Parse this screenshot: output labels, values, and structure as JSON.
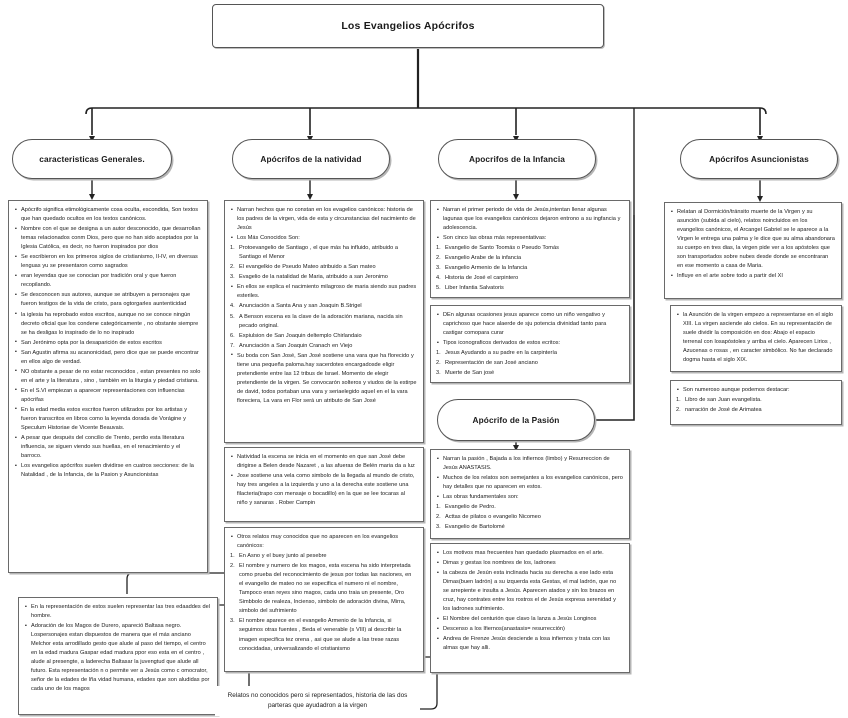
{
  "diagram": {
    "type": "mind-map",
    "title": "Los Evangelios Apócrifos"
  },
  "root": {
    "label": "Los Evangelios Apócrifos"
  },
  "branches": [
    {
      "id": "generales",
      "label": "caracteristicas Generales."
    },
    {
      "id": "natividad",
      "label": "Apócrifos de la natividad"
    },
    {
      "id": "infancia",
      "label": "Apocrifos de la Infancia"
    },
    {
      "id": "asuncionistas",
      "label": "Apócrifos Asuncionistas"
    }
  ],
  "pasion": {
    "label": "Apócrifo de la Pasión"
  },
  "panels": {
    "generales": {
      "items": [
        {
          "type": "bullet",
          "text": "Apócrifo significa etimológicamente cosa oculta, escondida, Son textos que han  quedado ocultos en los textos canónicos."
        },
        {
          "type": "bullet",
          "text": "Nombre con el que se designa  a un autor desconocido, que desarrollan temas relacionados conm Dios, pero que no han sido aceptados por la Iglesia Católica, es decir, no fueron inspirados por dios"
        },
        {
          "type": "bullet",
          "text": "Se escribieron en los primeros siglos de cristianismo, II-IV, en diversas lenguas yu se presentaron como sagrados"
        },
        {
          "type": "bullet",
          "text": "eran leyendas que se conocian por tradición oral y que fueron recopilando."
        },
        {
          "type": "bullet",
          "text": "Se desconocen sus autores, aunque se atribuyen  a personajes que fueron testigos de la vida de cristo, para ogtorgarles auntenticidad"
        },
        {
          "type": "bullet",
          "text": "la iglesia ha reprobado estos escritos, aunque no se conoce ningún decreto oficial que los condene categóricamente , no obstante siempre se ha desligas lo inspirado de lo no inspirado"
        },
        {
          "type": "bullet",
          "text": "San Jerónimo opta por la desaparición de estos escritos"
        },
        {
          "type": "bullet",
          "text": "San Agustin afirma su acanonicidad, pero dice que se puede encontrar en ellos algo de verdad."
        },
        {
          "type": "bullet",
          "text": "NO obstante a pesar de no estar reconocidos , estan presentes no solo en el arte y la literatura , sino , también en la liturgia y piedad cristiana."
        },
        {
          "type": "bullet",
          "text": "En el S.VI empiezan a aparecer representaciones con influencias apócrifas"
        },
        {
          "type": "bullet",
          "text": "En la edad media estos escritos fueron utilizados por los artistas y fueron transcritos en libros como la leyenda dorada de Vorágine y Speculum Historiae de Vicente Beauvais."
        },
        {
          "type": "bullet",
          "text": "A pesar que después del concilio de Trento, perdio esta literatura influencia, se siguen viendo sus huellas, en el renacimiento y el barroco."
        },
        {
          "type": "bullet",
          "text": "Los evangelios apócrifos suelen dividirse en cuatros secciones: de la Natalidad , de la Infancia, de la Pasion y Asuncionistas"
        }
      ]
    },
    "magos": {
      "items": [
        {
          "type": "bullet",
          "text": "En la representación de estos suelen representar las tres edaaddes del hombre."
        },
        {
          "type": "bullet",
          "text": "Adoración de los Magos de Durero, apareció Baltasa negro. Lospersonajes estan dispuestos de manera que el más anciano Melchor esta arrodillado gesto que alude al paso del tiempo, el centro en la edad madura Gaspar edad  madura ppor eso esta en el centro , alude al  presengte,  a laderecha Baltasar la juvengtud que alude all futuro. Esta representación n o permite ver a Jesús como c omocrator, señor de la edades de lña vidad humana, edades que son aludidas por cada uno de los magos"
        }
      ]
    },
    "natividad_1": {
      "items": [
        {
          "type": "bullet",
          "text": "Narran hechos que no constan en los evagelios canónicos: historia de los padres de la virgen, vida de esta y circunstancias del nacimiento de Jesús"
        },
        {
          "type": "bullet",
          "text": "Los Más Conocidos Son:"
        },
        {
          "type": "num",
          "n": "1.",
          "text": "Protoevangelio de Santiago , el que más ha influido, atribuido a Santiago el Menor"
        },
        {
          "type": "num",
          "n": "2.",
          "text": "El evangelkio de Pseudo Mateo atribuido a San mateo"
        },
        {
          "type": "num",
          "n": "3.",
          "text": "Evagelio de la natalidad de Maria, atribuido a san Jeronimo"
        },
        {
          "type": "bullet",
          "text": "En ellos se explica  el nacimiento milagroso de maria siendo sus padres esteriles."
        },
        {
          "type": "num",
          "n": "4.",
          "text": "Anunciación a Santa Ana y san Joaquin B.Strigel"
        },
        {
          "type": "num",
          "n": "5.",
          "text": "A Benson escena es la clave de la adoración mariana, nacida sin pecado original."
        },
        {
          "type": "num",
          "n": "6.",
          "text": "Expiulsion de San Joaquin deltemplo Chirlandaio"
        },
        {
          "type": "num",
          "n": "7.",
          "text": "Anunciación a San Joaquin Cranach en Viejo"
        },
        {
          "type": "bullet",
          "text": "Su boda con San José, San José sostiene una vara que ha  florecido y tiene una pequeña paloma.hay sacerdotes encargadosde eligir pretendiente entre las 12 tribus de Israel. Momento de elegir pretendiente de la virgen. Se convocarón solteros y viudos de la estirpe de david, todos portaban una vara y seriaelegido aquel en el la vara floreciera, La vara en Flor será un atributo de San  José"
        }
      ]
    },
    "natividad_2": {
      "items": [
        {
          "type": "bullet",
          "text": "Natividad la escena se inicia en el momento en que san José debe dirigirse a Belen desde Nazaret , a las afueras de Belén maria da a luz"
        },
        {
          "type": "bullet",
          "text": "Jose sostiene una vela como simbolo de la llegada al mundo de cristo, hay tres angeles a la izquierda y uno a la derecha este sostiene una filacteria(trapo con mensaje o bocadillo) en la que se lee tocaras al niño y sanaras . Rober Campin"
        }
      ]
    },
    "natividad_3": {
      "items": [
        {
          "type": "bullet",
          "text": "Otros relatos muy conocidos que no aparecen en los evangelios canónicos:"
        },
        {
          "type": "num",
          "n": "1.",
          "text": "En Asno y el buey junto al pesebre"
        },
        {
          "type": "num",
          "n": "2.",
          "text": "El nombre y  numero de los magos, esta escena ha sido interpretada como prueba del reconocimiento de jesus por todas las naciones, en el evangelio de mateo no se especifica el numero ni el nombre, Tampoco eran reyes sino magos, cada uno traia un presente, Oro Simbbolo de realeza, Incienso, simbolo de adoración divina, Mirra, simbolo del sufrimiento"
        },
        {
          "type": "num",
          "n": "3.",
          "text": "El nombre aparece en el evangelio Armenio de la Infancia, si seguimos otras fuentes , Beda el venerable (s VIII) al describir la imagen especifica tez orena , asi que se alude a las trese razas conocidadas, universalizando el cristianismo"
        }
      ]
    },
    "natividad_caption": {
      "text": "Relatos no conocidos pero si representados, historia de las dos parteras que ayudadron a la virgen"
    },
    "infancia_1": {
      "items": [
        {
          "type": "bullet",
          "text": "Narran el primer periodo de vida de Jesús,intentan llenar algunas lagunas que los evangelios canónicos dejaron entrono a su ingfancia y adolescencia."
        },
        {
          "type": "bullet",
          "text": "Son cinco las obras más representativas:"
        },
        {
          "type": "num",
          "n": "1.",
          "text": "Evangelio de Santo Toomás o Pseudo Tomás"
        },
        {
          "type": "num",
          "n": "2.",
          "text": "Evangelio Arabe de la infancia"
        },
        {
          "type": "num",
          "n": "3.",
          "text": "Evangelio Armenio de la Infancia"
        },
        {
          "type": "num",
          "n": "4.",
          "text": "Historia de José el carpintero"
        },
        {
          "type": "num",
          "n": "5.",
          "text": "Liber Infantia Salvatoris"
        }
      ]
    },
    "infancia_2": {
      "items": [
        {
          "type": "bullet",
          "text": "DEn algunas ocasiones jesus aparece como un niño vengativo y caprichoso que hace alaerde de sju potencia divinidad tanto para castigar comopara curar"
        },
        {
          "type": "bullet",
          "text": "Tipos iconograficos derivados de estos ecritos:"
        },
        {
          "type": "num",
          "n": "1.",
          "text": "Jesus Ayudando a su padre en la carpintería"
        },
        {
          "type": "num",
          "n": "2.",
          "text": "Representación de san José anciano"
        },
        {
          "type": "num",
          "n": "3.",
          "text": "Muerte de San josé"
        }
      ]
    },
    "pasion_1": {
      "items": [
        {
          "type": "bullet",
          "text": "Narran la pasión , Bajada a los infiernos (limbo) y Resurreccion de Jesús  ANASTASIS."
        },
        {
          "type": "bullet",
          "text": "Muchos de los relatos son semejantes a los evangelios canónicos, pero hay detalles que no aparecen en estos."
        },
        {
          "type": "bullet",
          "text": "Las obras fundamentales  son:"
        },
        {
          "type": "num",
          "n": "1.",
          "text": "Evangelio de Pedro."
        },
        {
          "type": "num",
          "n": "2.",
          "text": "Acttas de pilatos o evangelio Nicomeo"
        },
        {
          "type": "num",
          "n": "3.",
          "text": "Evangelio de Bartolomé"
        }
      ]
    },
    "pasion_2": {
      "items": [
        {
          "type": "bullet",
          "text": "Los motivos mas frecuentes han quedado plasmados en el arte."
        },
        {
          "type": "bullet",
          "text": "Dimas y gestas los nombres de los, ladrones"
        },
        {
          "type": "bullet",
          "text": "la cabeza de Jesún esta inclinada hacia su derecha a ese lado esta Dimas(buen ladrón) a su izquerda esta Gestas, el mal ladrón, que no se arrepiente e insulta a Jesús. Aparecen atados y sin los brazos en cruz, hay contrates entre los rostros el de Jesús expresa serenidad y los ladrones sufrimiento."
        },
        {
          "type": "bullet",
          "text": "El Nombre del centurión que clavo la lanza a Jesús Longinos"
        },
        {
          "type": "bullet",
          "text": "Descenso a los Ifiernos(anastasis= resurrección)"
        },
        {
          "type": "bullet",
          "text": "Andrea de Firenze Jesús desciende a losa infiernos y trata con las almas que hay alli."
        }
      ]
    },
    "asuncionistas_1": {
      "items": [
        {
          "type": "bullet",
          "text": "Relatan al Dormición/tránsito muerte de la Virgen y su asunción (subida al cielo), relatos noincluidos en los evangelios canónicos, el Arcangel Gabriel se le aparece a la Virgen le entrega una palma y le dice que su alma abandonara su cuerpo en tres dias, la virgen pide ver a los apóstoles que son transportados sobre nubes  desde donde se encontraran en ese momento a casa de Maria."
        },
        {
          "type": "bullet",
          "text": "Influye en el arte sobre todo a partir del XI"
        }
      ]
    },
    "asuncionistas_2": {
      "items": [
        {
          "type": "bullet",
          "text": "la Asunción de la virgen empezo a representarse en el siglo XIII. La virgen asciende alo cielos. En su representación de suele dividir la composición en dos: Abajo el espacio terrenal con losapóstoles y arriba el cielo. Aparecen Lirios , Azucenas o rosas , en caracter simbólico. No fue declarado dogma hasta el siglo XIX."
        }
      ]
    },
    "asuncionistas_3": {
      "items": [
        {
          "type": "bullet",
          "text": "Son numeroso aunque podemos destacar:"
        },
        {
          "type": "num",
          "n": "1.",
          "text": "Libro de san Juan evangelista."
        },
        {
          "type": "num",
          "n": "2.",
          "text": "narración de José de Arimatea"
        }
      ]
    }
  },
  "colors": {
    "line": "#222222",
    "border": "#555555",
    "shadow": "#b5b5b5",
    "background": "#ffffff"
  }
}
